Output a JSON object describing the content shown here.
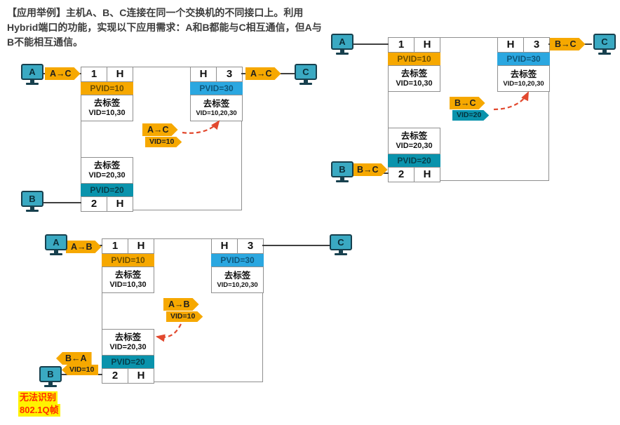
{
  "title": "【应用举例】主机A、B、C连接在同一个交换机的不同接口上。利用Hybrid端口的功能，实现以下应用需求：A和B都能与C相互通信，但A与B不能相互通信。",
  "hosts": {
    "a": "A",
    "b": "B",
    "c": "C"
  },
  "ports": {
    "p1_num": "1",
    "p1_h": "H",
    "p1_pvid": "PVID=10",
    "p1_vids": "VID=10,30",
    "p3_h": "H",
    "p3_num": "3",
    "p3_pvid": "PVID=30",
    "p3_vids": "VID=10,20,30",
    "p2_vids": "VID=20,30",
    "p2_pvid": "PVID=20",
    "p2_num": "2",
    "p2_h": "H",
    "untag_label": "去标签"
  },
  "diagrams": [
    {
      "name": "a-to-c",
      "in_tag": "A→C",
      "mid_tag": "A→C",
      "mid_vid": "VID=10",
      "out_tag": "A→C"
    },
    {
      "name": "b-to-c",
      "in_tag": "B→C",
      "mid_tag": "B→C",
      "mid_vid": "VID=20",
      "out_tag": "B→C"
    },
    {
      "name": "a-to-b",
      "in_tag": "A→B",
      "mid_tag": "A→B",
      "mid_vid": "VID=10",
      "out_tag": "B←A",
      "out_vid": "VID=10"
    }
  ],
  "alert": {
    "line1": "无法识别",
    "line2": "802.1Q帧"
  },
  "colors": {
    "orange": "#F6A800",
    "blue": "#2BA7E0",
    "teal": "#0A93AC",
    "dashed_red": "#E2492F",
    "alert_red": "#FF2B00",
    "highlight_yellow": "#FFF200",
    "line_gray": "#404040",
    "border_gray": "#8F8F8F"
  }
}
